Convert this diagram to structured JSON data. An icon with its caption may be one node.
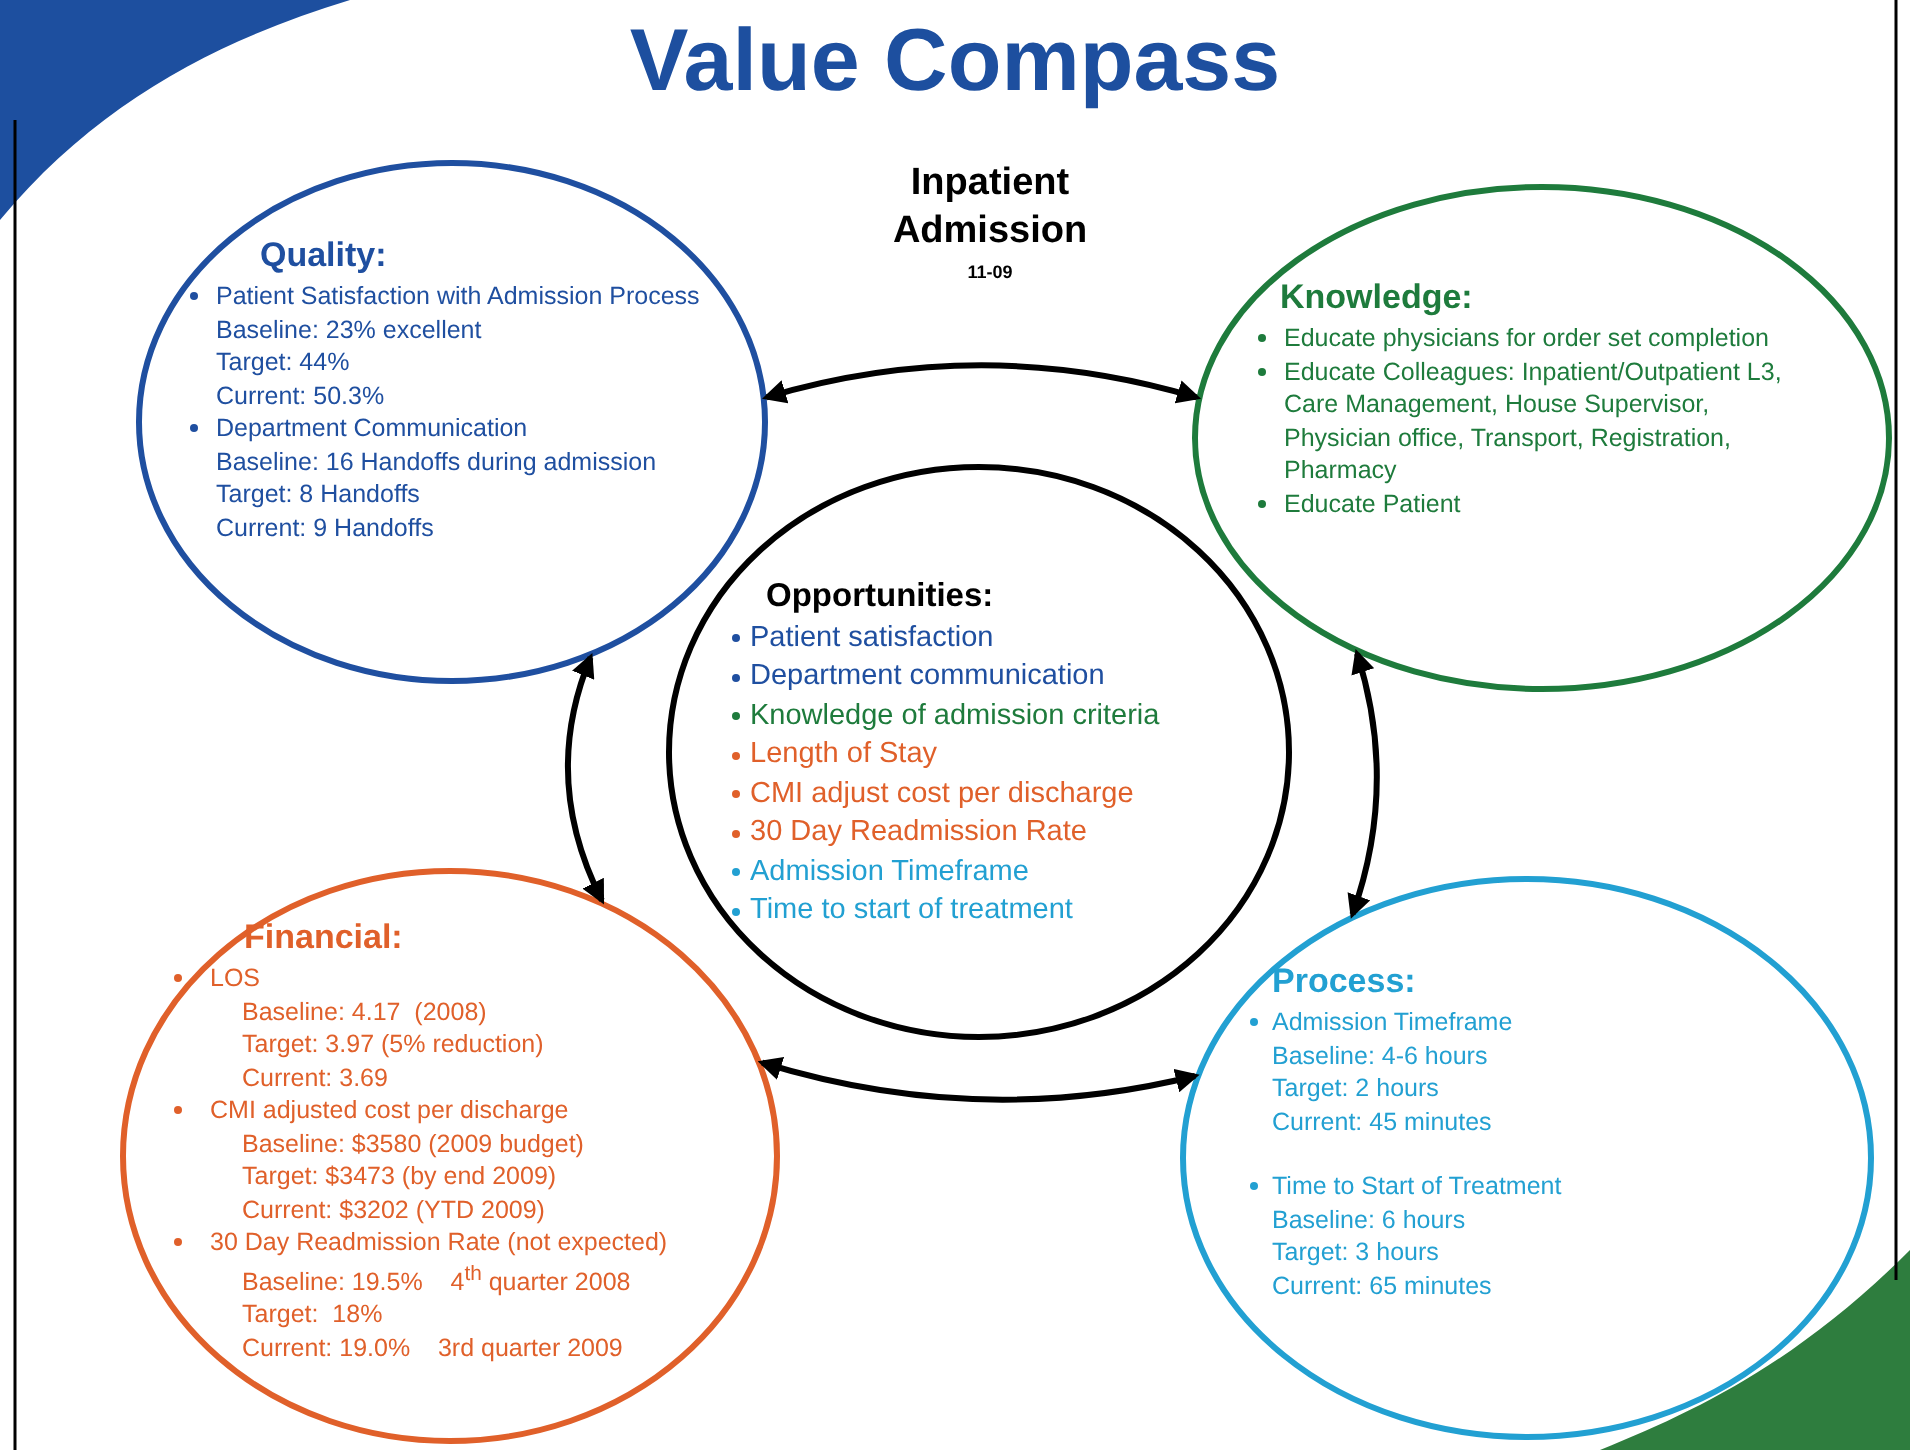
{
  "diagram": {
    "title": "Value Compass",
    "nodes": [
      {
        "text": [
          "Quality:",
          "Patient Satisfaction with Admission Process",
          "Baseline: 23% excellent",
          "Target: 44%",
          "Current: 50.3%",
          "Department Communication",
          "Baseline: 16 Handoffs during admission",
          "Target: 8 Handoffs",
          "Current: 9 Handoffs"
        ]
      },
      {
        "text": [
          "Knowledge:",
          "Educate physicians for order set completion",
          "Educate Colleagues: Inpatient/Outpatient L3, Care Management, House Supervisor, Physician office, Transport, Registration, Pharmacy",
          "Educate Patient"
        ]
      },
      {
        "text": [
          "Opportunities:",
          "Patient satisfaction",
          "Department communication",
          "Knowledge of admission criteria",
          "Length of Stay",
          "CMI adjust cost per discharge",
          "30 Day Readmission Rate",
          "Admission Timeframe",
          "Time to start of treatment"
        ]
      },
      {
        "text": [
          "Financial:",
          "LOS",
          "Baseline: 4.17  (2008)",
          "Target: 3.97 (5% reduction)",
          "Current: 3.69",
          "CMI adjusted cost per discharge",
          "Baseline: $3580 (2009 budget)",
          "Target: $3473 (by end 2009)",
          "Current: $3202 (YTD 2009)",
          "30 Day Readmission Rate (not expected)",
          "Baseline: 19.5%    4$^{th}$ quarter 2008",
          "Target:  18%",
          "Current: 19.0%    3rd quarter 2009"
        ]
      },
      {
        "text": [
          "Process:",
          "Admission Timeframe",
          "Baseline: 4-6 hours",
          "Target: 2 hours",
          "Current: 45 minutes",
          "Time to Start of Treatment",
          "Baseline: 6 hours",
          "Target: 3 hours",
          "Current: 65 minutes"
        ]
      }
    ],
    "edges": [
      {
        "from": 0,
        "to": 1,
        "arrow": "both"
      },
      {
        "from": 0,
        "to": 3,
        "arrow": "both"
      },
      {
        "from": 1,
        "to": 4,
        "arrow": "both"
      },
      {
        "from": 3,
        "to": 4,
        "arrow": "both"
      }
    ],
    "labels": [
      "Inpatient Admission",
      "11-09"
    ]
  }
}
